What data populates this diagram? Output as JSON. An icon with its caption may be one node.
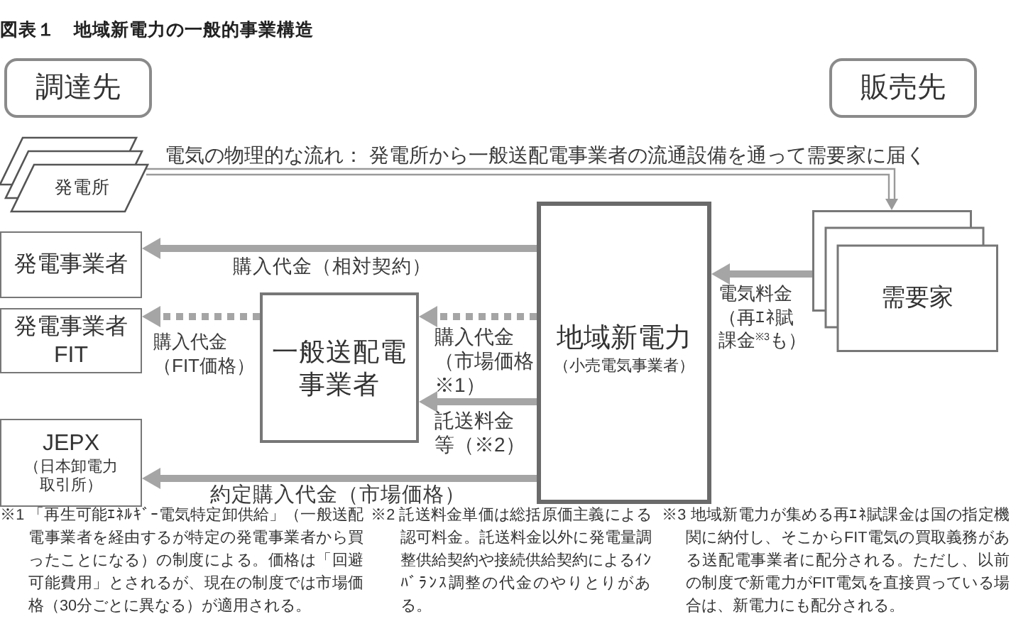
{
  "diagram": {
    "title": "図表１　地域新電力の一般的事業構造",
    "nodes": [
      {
        "text": [
          "調達先"
        ]
      },
      {
        "text": [
          "販売先"
        ]
      },
      {
        "text": [
          "発電所"
        ]
      },
      {
        "text": [
          "発電事業者"
        ]
      },
      {
        "text": [
          "発電事業者",
          "FIT"
        ]
      },
      {
        "text": [
          "JEPX",
          "（日本卸電力取引所）"
        ]
      },
      {
        "text": [
          "一般送配電事業者"
        ]
      },
      {
        "text": [
          "地域新電力",
          "（小売電気事業者）"
        ]
      },
      {
        "text": [
          "需要家"
        ]
      }
    ],
    "edges": [
      {
        "from": 2,
        "to": 8,
        "arrow": "to",
        "label": "電気の物理的な流れ： 発電所から一般送配電事業者の流通設備を通って需要家に届く"
      },
      {
        "from": 7,
        "to": 3,
        "arrow": "to",
        "label": "購入代金（相対契約）"
      },
      {
        "from": 7,
        "to": 6,
        "arrow": "to",
        "label": "購入代金（市場価格※1）",
        "style": "dashed"
      },
      {
        "from": 6,
        "to": 4,
        "arrow": "to",
        "label": "購入代金（FIT価格）",
        "style": "dashed"
      },
      {
        "from": 7,
        "to": 6,
        "arrow": "to",
        "label": "託送料金等（※2）"
      },
      {
        "from": 7,
        "to": 5,
        "arrow": "to",
        "label": "約定購入代金（市場価格）"
      },
      {
        "from": 8,
        "to": 7,
        "arrow": "to",
        "label": "電気料金（再ｴﾈ賦課金$^{※3}$も）"
      }
    ],
    "labels": [
      "※1 「再生可能ｴﾈﾙｷﾞｰ電気特定卸供給」（一般送配電事業者を経由するが特定の発電事業者から買ったことになる）の制度による。価格は「回避可能費用」とされるが、現在の制度では市場価格（30分ごとに異なる）が適用される。",
      "※2 託送料金単価は総括原価主義による認可料金。託送料金以外に発電量調整供給契約や接続供給契約によるｲﾝﾊﾞﾗﾝｽ調整の代金のやりとりがある。",
      "※3 地域新電力が集める再ｴﾈ賦課金は国の指定機関に納付し、そこからFIT電気の買取義務がある送配電事業者に配分される。ただし、以前の制度で新電力がFIT電気を直接買っている場合は、新電力にも配分される。"
    ]
  }
}
